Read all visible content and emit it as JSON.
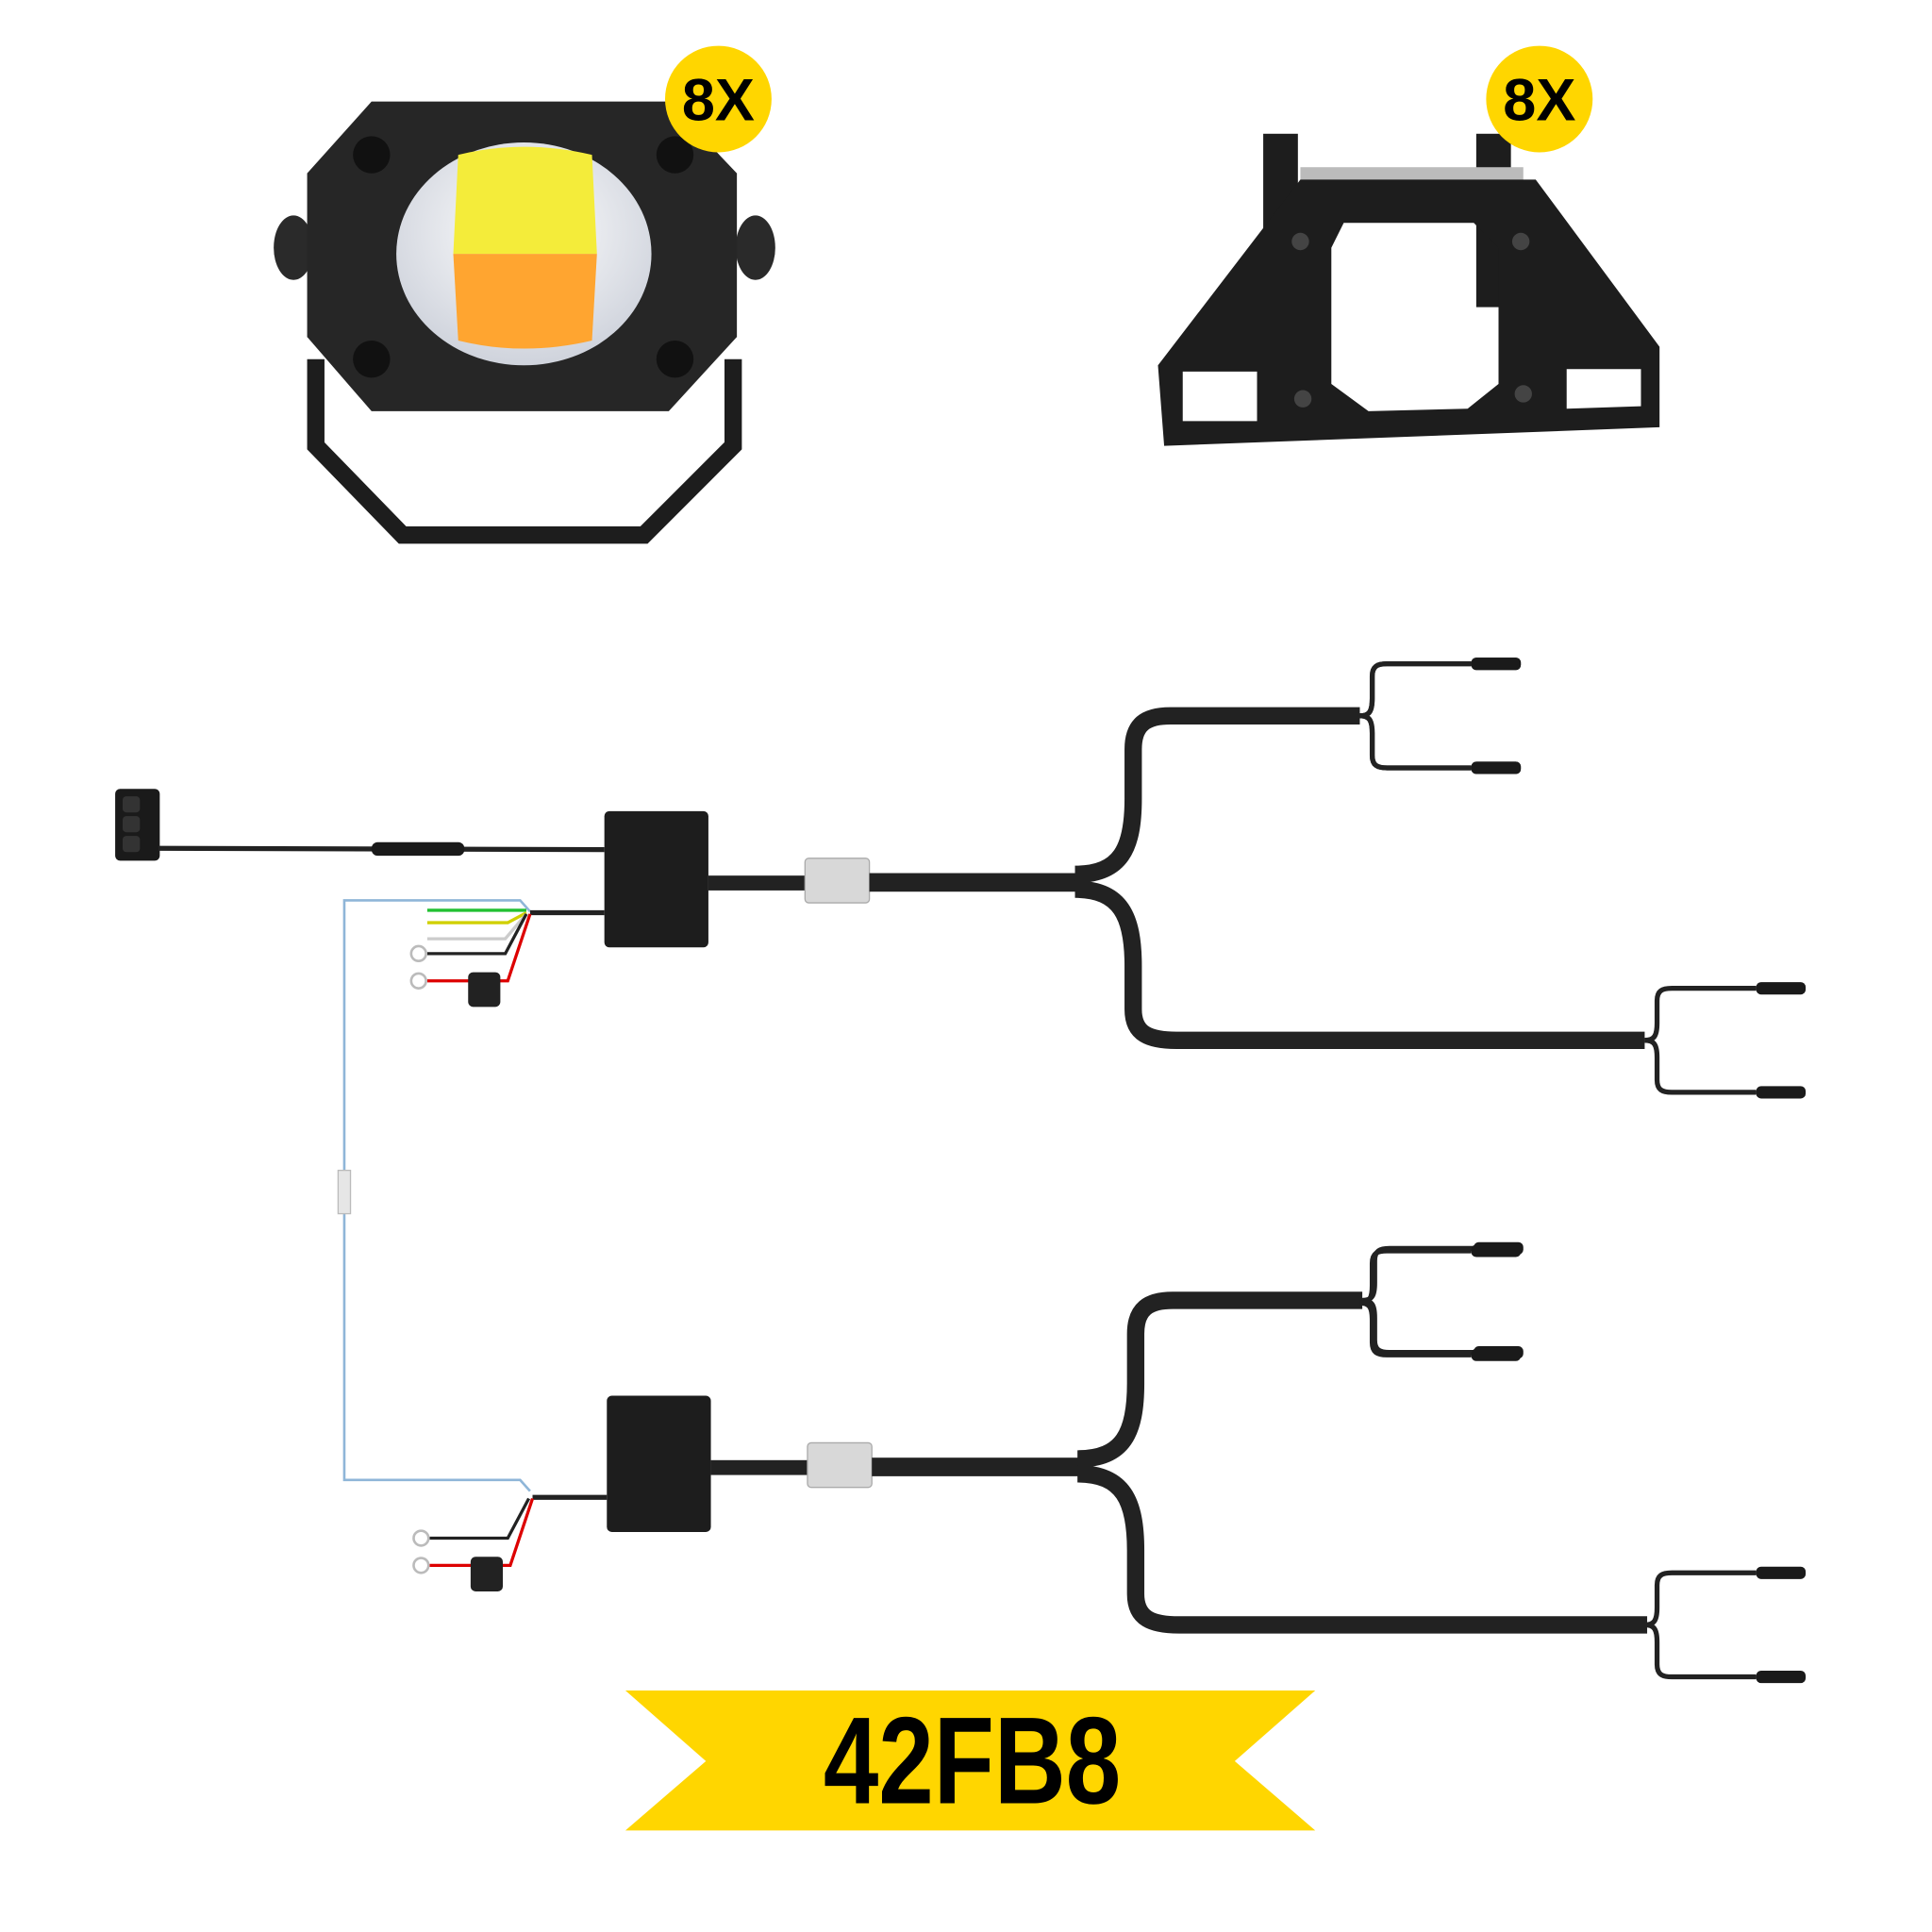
{
  "lamp": {
    "quantity_badge": "8X"
  },
  "bracket": {
    "quantity_badge": "8X"
  },
  "banner": {
    "model_code": "42FB8"
  },
  "colors": {
    "accent_yellow": "#FFD600",
    "cable": "#2a2a2a",
    "blue_wire": "#8fb6d8"
  }
}
